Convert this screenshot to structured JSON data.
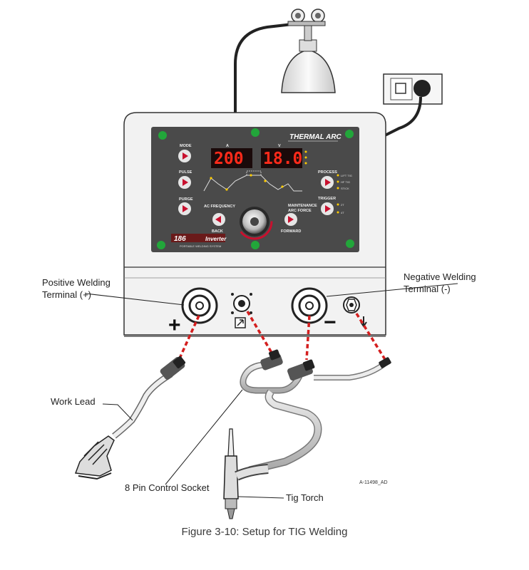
{
  "labels": {
    "positive": [
      "Positive Welding",
      "Terminal (+)"
    ],
    "negative": [
      "Negative Welding",
      "Terminal (-)"
    ],
    "work_lead": "Work Lead",
    "control_socket": "8 Pin Control Socket",
    "tig_torch": "Tig Torch",
    "figure_id": "A-11498_AD"
  },
  "caption": "Figure 3-10: Setup for TIG Welding",
  "panel": {
    "brand": "THERMAL ARC",
    "model": "186",
    "inverter": "Inverter",
    "subtitle": "PORTABLE WELDING SYSTEM",
    "amp_display": "200",
    "volt_display": "18.0",
    "amp_unit": "A",
    "volt_unit": "V",
    "buttons": {
      "mode": "MODE",
      "pulse": "PULSE",
      "purge": "PURGE",
      "process": "PROCESS",
      "trigger": "TRIGGER",
      "back": "BACK",
      "forward": "FORWARD",
      "ac_frequency": "AC FREQUENCY",
      "maintenance": "MAINTENANCE",
      "arc_force": "ARC FORCE"
    },
    "process_options": [
      "LIFT TIG",
      "HF TIG",
      "STICK"
    ],
    "trigger_options": [
      "2T",
      "4T"
    ]
  },
  "terminal_symbols": {
    "plus": "+",
    "minus": "−"
  },
  "colors": {
    "panel": "#4a4a4a",
    "machine": "#f2f2f2",
    "led_green": "#22a63a",
    "display": "#ff2a1a",
    "connector_dash": "#d41f1f",
    "button": "#c8102e"
  }
}
